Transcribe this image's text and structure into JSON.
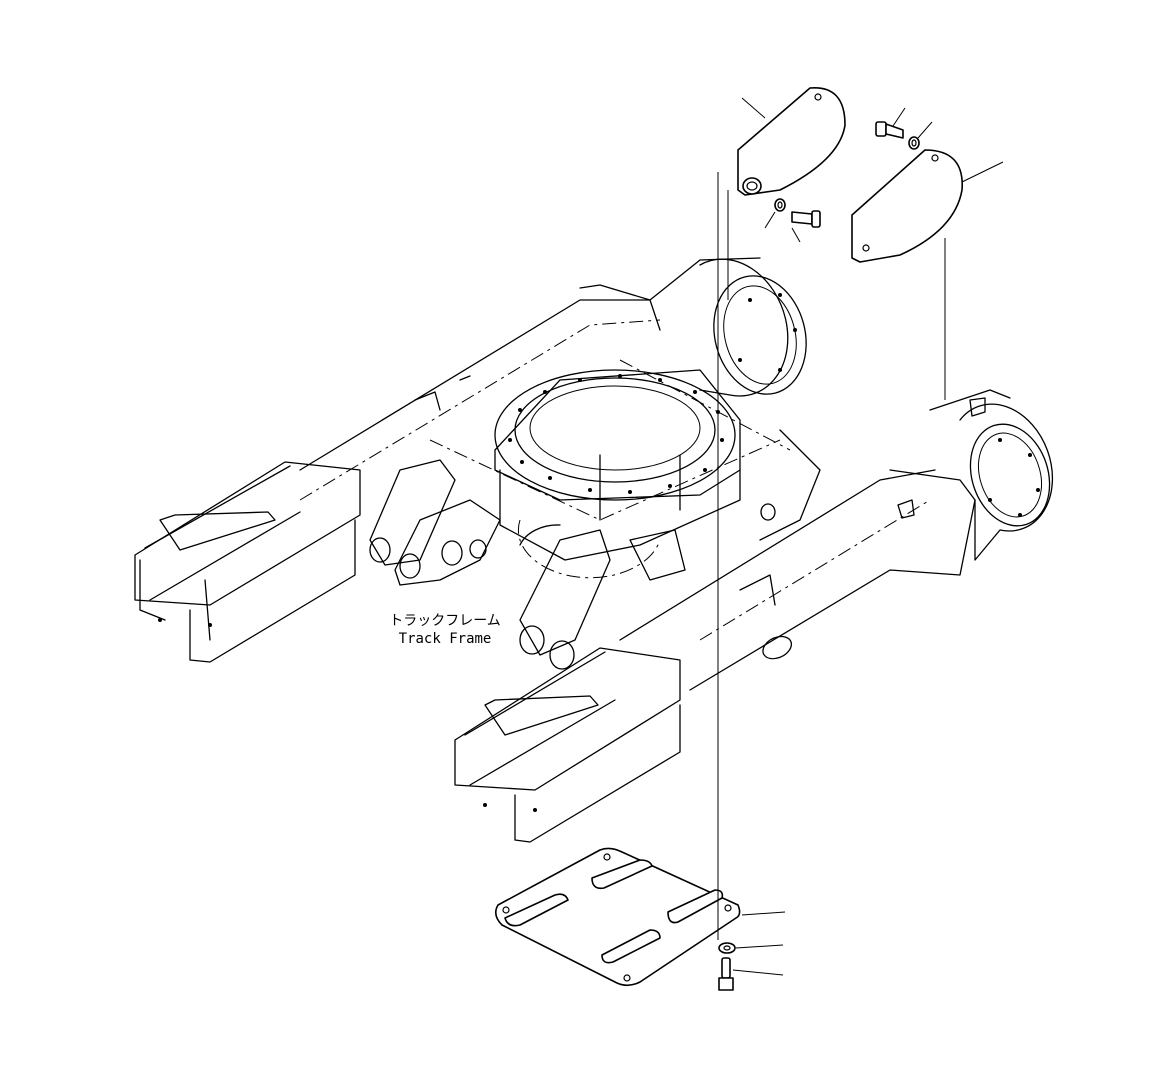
{
  "figure": {
    "label_jp": "トラックフレーム",
    "label_en": "Track Frame"
  },
  "parts": [
    {
      "name": "left-cover-plate"
    },
    {
      "name": "right-cover-plate"
    },
    {
      "name": "bottom-under-cover"
    },
    {
      "name": "bolt"
    },
    {
      "name": "washer"
    }
  ]
}
